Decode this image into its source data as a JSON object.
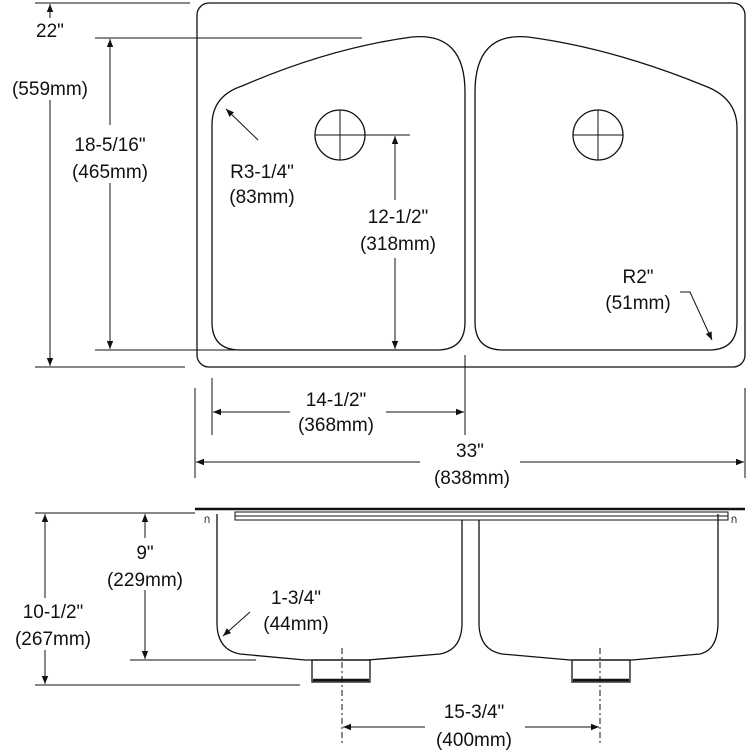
{
  "top_view": {
    "overall_depth": {
      "imperial": "22\"",
      "metric": "(559mm)"
    },
    "bowl_depth": {
      "imperial": "18-5/16\"",
      "metric": "(465mm)"
    },
    "corner_radius_left": {
      "imperial": "R3-1/4\"",
      "metric": "(83mm)"
    },
    "drain_offset": {
      "imperial": "12-1/2\"",
      "metric": "(318mm)"
    },
    "corner_radius_right": {
      "imperial": "R2\"",
      "metric": "(51mm)"
    },
    "bowl_width": {
      "imperial": "14-1/2\"",
      "metric": "(368mm)"
    },
    "overall_width": {
      "imperial": "33\"",
      "metric": "(838mm)"
    }
  },
  "side_view": {
    "bowl_height": {
      "imperial": "9\"",
      "metric": "(229mm)"
    },
    "overall_height": {
      "imperial": "10-1/2\"",
      "metric": "(267mm)"
    },
    "bottom_radius": {
      "imperial": "1-3/4\"",
      "metric": "(44mm)"
    },
    "drain_spacing": {
      "imperial": "15-3/4\"",
      "metric": "(400mm)"
    }
  }
}
